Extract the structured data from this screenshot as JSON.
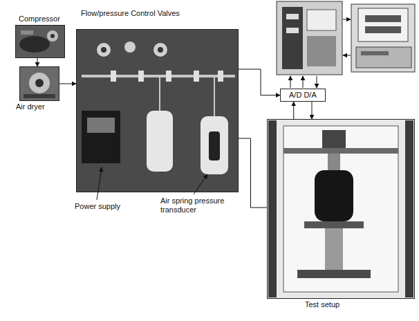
{
  "diagram": {
    "nodes": [
      {
        "text": [
          "Compressor"
        ]
      },
      {
        "text": [
          "Air dryer"
        ]
      },
      {
        "text": [
          "Flow/pressure Control Valves"
        ]
      },
      {
        "text": [
          "Test setup"
        ]
      },
      {
        "text": [
          "A/D D/A"
        ]
      }
    ],
    "edges": [
      {
        "from": 0,
        "to": 1,
        "arrow": "to"
      },
      {
        "from": 1,
        "to": 2,
        "arrow": "to"
      },
      {
        "from": 2,
        "to": 3,
        "arrow": "none"
      },
      {
        "from": 2,
        "to": 4,
        "arrow": "to"
      },
      {
        "from": 3,
        "to": 4,
        "arrow": "to"
      },
      {
        "from": 4,
        "to": 3,
        "arrow": "to"
      }
    ],
    "labels": [
      "Power supply",
      "Air spring pressure transducer"
    ]
  }
}
